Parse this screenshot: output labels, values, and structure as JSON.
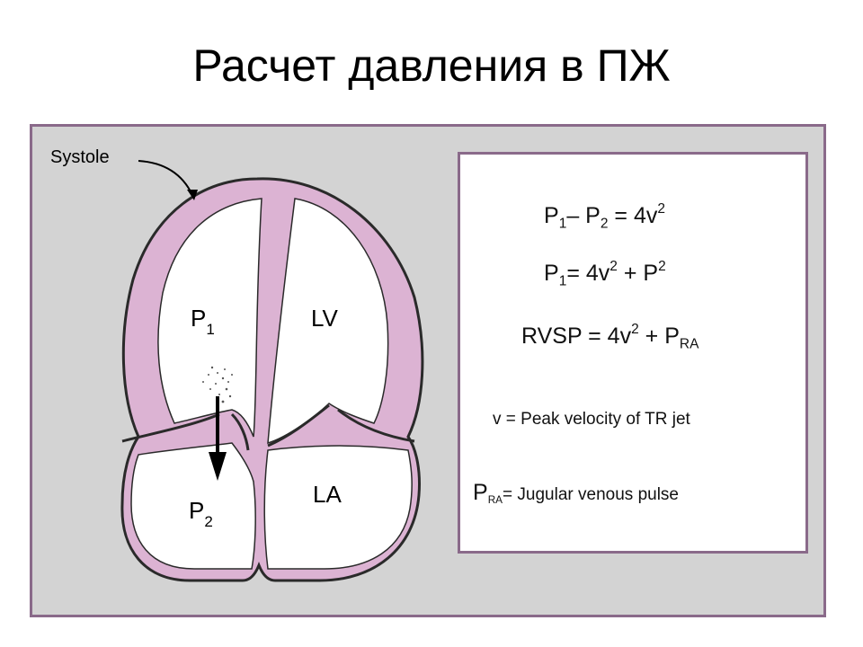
{
  "title": "Расчет давления в ПЖ",
  "diagram": {
    "systole_label": "Systole",
    "chambers": {
      "p1": {
        "main": "P",
        "sub": "1"
      },
      "p2": {
        "main": "P",
        "sub": "2"
      },
      "lv": "LV",
      "la": "LA"
    }
  },
  "formulas": {
    "f1": {
      "a": "P",
      "a_sub": "1",
      "minus": "– ",
      "b": "P",
      "b_sub": "2",
      "rest": " = 4v",
      "sup": "2"
    },
    "f2": {
      "a": "P",
      "a_sub": "1",
      "mid": "= 4v",
      "sup1": "2",
      "plus": " + P",
      "sup2": "2"
    },
    "f3": {
      "a": "RVSP",
      "mid": " = 4v",
      "sup": "2",
      "plus": " + P",
      "sub": "RA"
    },
    "f4": {
      "text": "v = Peak velocity of TR jet"
    },
    "f5": {
      "a": "P",
      "sub": "RA",
      "text": "= Jugular venous pulse"
    }
  },
  "colors": {
    "myocardium": "#dcb3d3",
    "panel_bg": "#d3d3d3",
    "border": "#8a6a8a"
  }
}
